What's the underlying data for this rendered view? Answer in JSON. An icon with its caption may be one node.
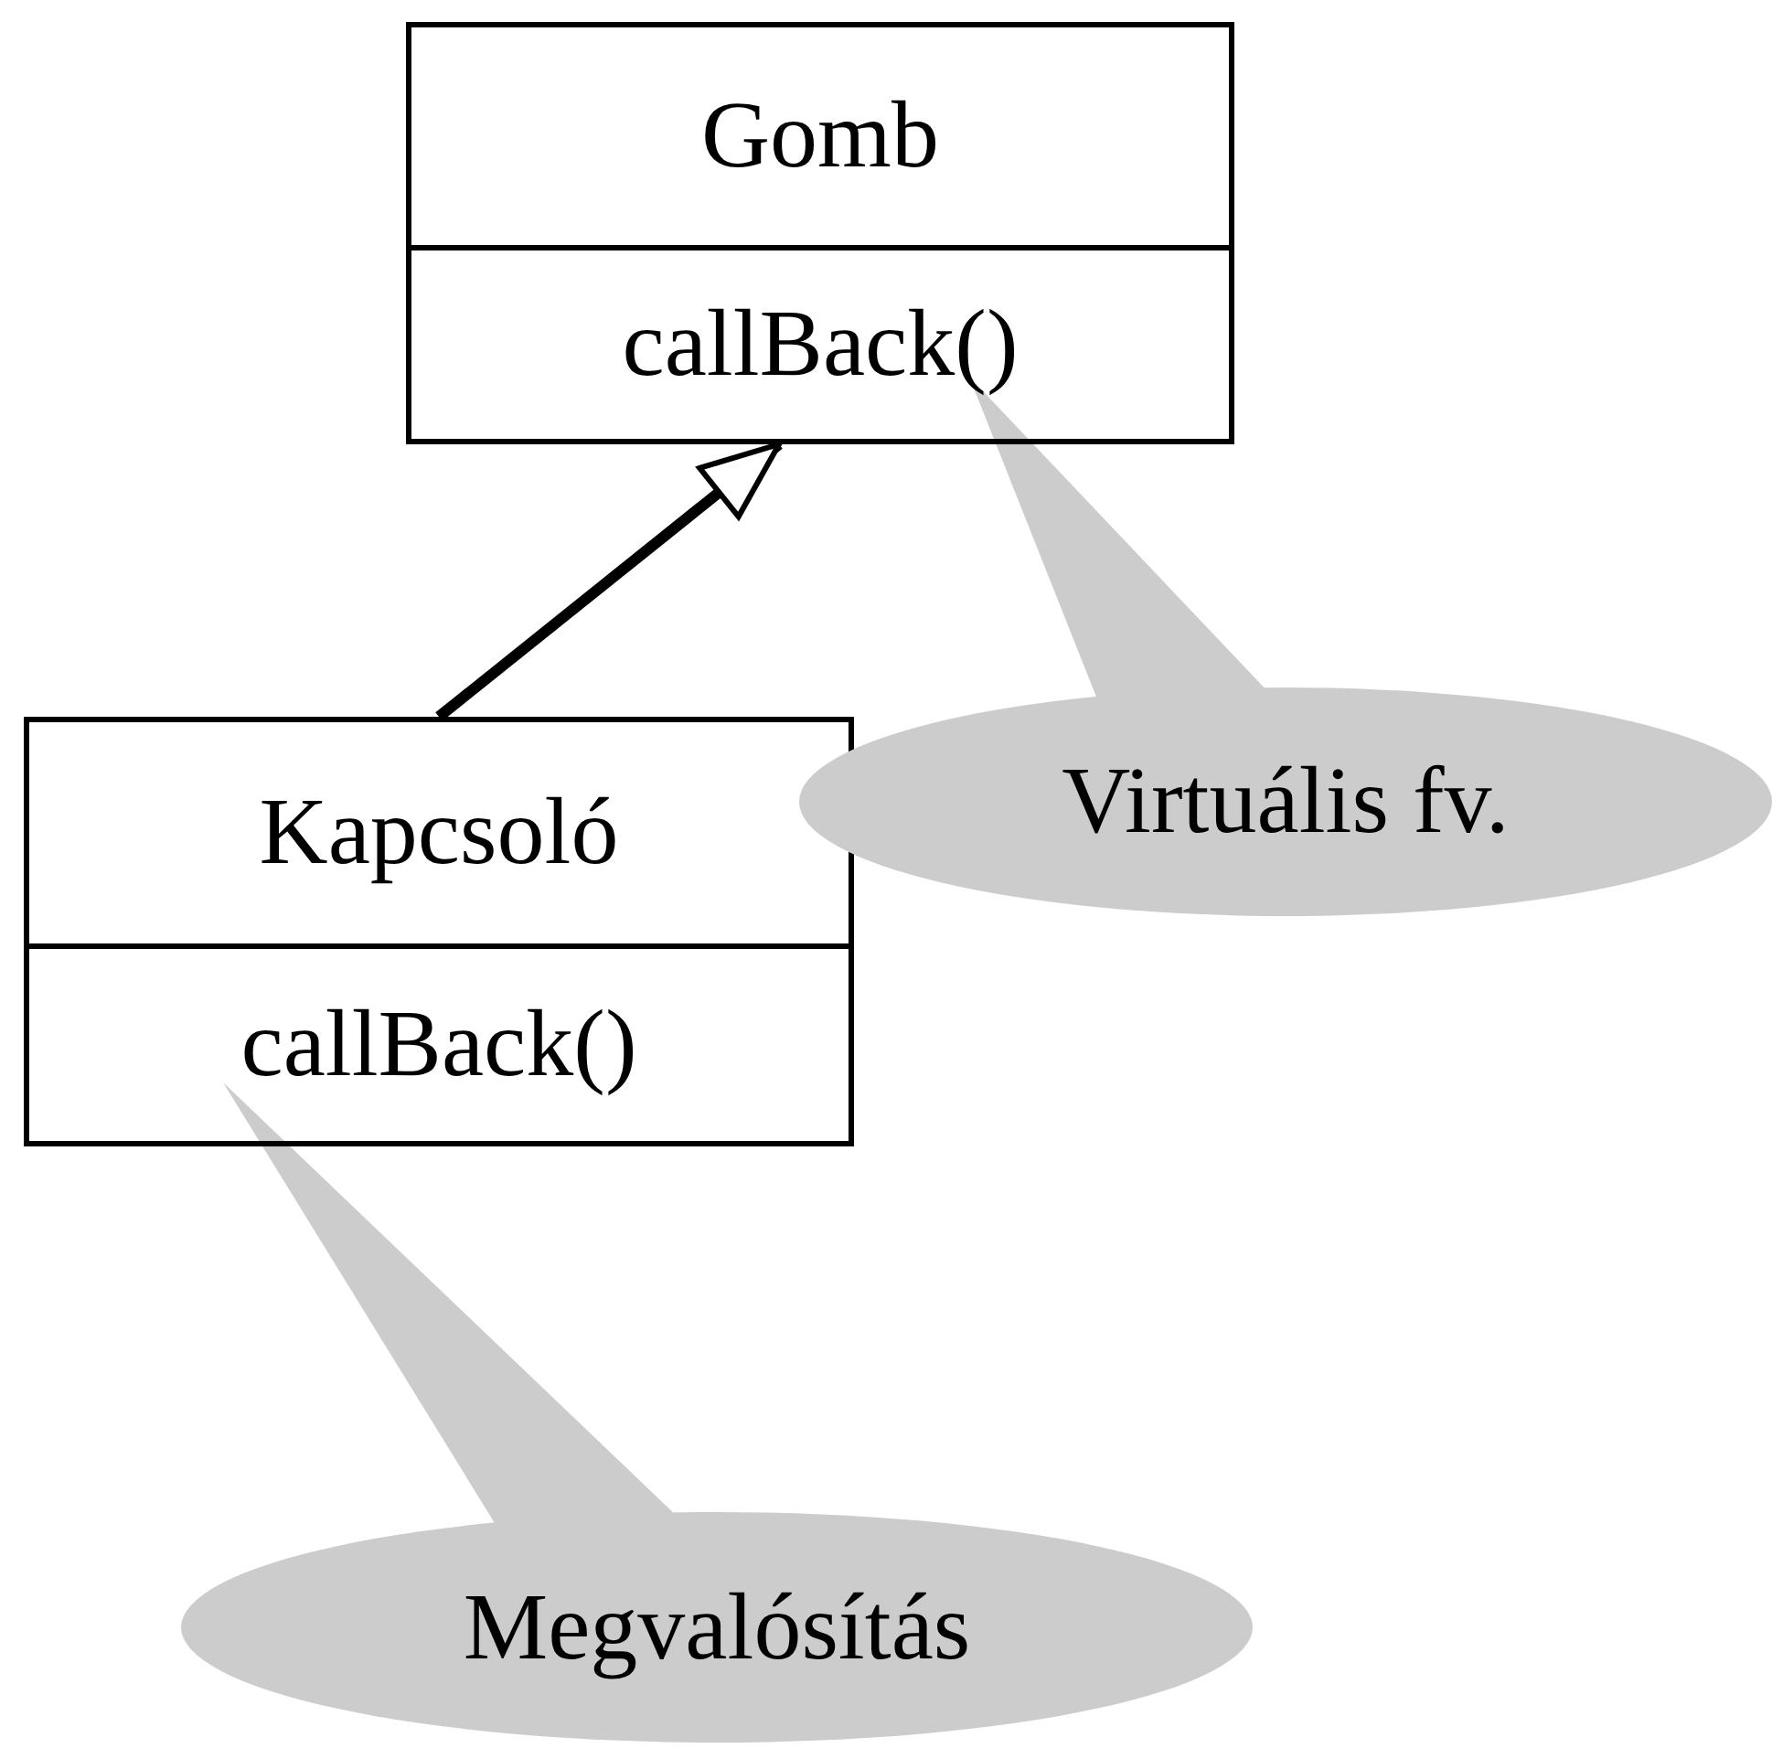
{
  "diagram": {
    "nodes": [
      {
        "text": [
          "Gomb",
          "callBack()"
        ]
      },
      {
        "text": [
          "Kapcsoló",
          "callBack()"
        ]
      },
      {
        "text": [
          "Virtuális fv."
        ]
      },
      {
        "text": [
          "Megvalósítás"
        ]
      }
    ],
    "edges": [
      {
        "from": 1,
        "to": 0,
        "arrow": "to"
      },
      {
        "from": 2,
        "to": 0,
        "arrow": "none"
      },
      {
        "from": 3,
        "to": 1,
        "arrow": "none"
      }
    ]
  }
}
